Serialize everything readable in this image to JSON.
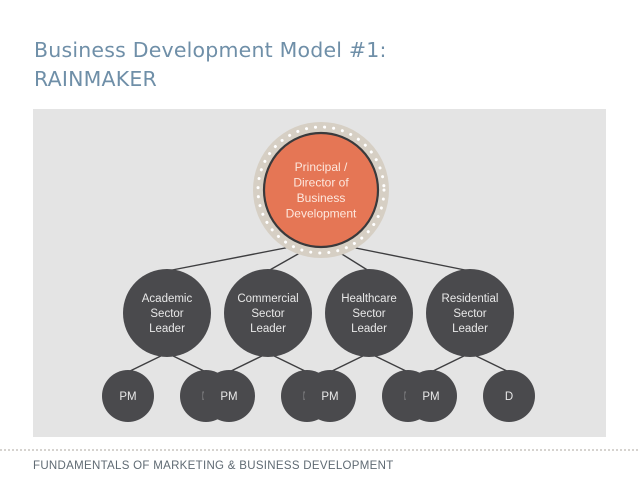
{
  "slide": {
    "title_line1": "Business Development Model #1:",
    "title_line2": "RAINMAKER",
    "footer": "FUNDAMENTALS OF MARKETING & BUSINESS DEVELOPMENT"
  },
  "colors": {
    "title": "#6f8fa8",
    "panel": "#e4e4e4",
    "principal_fill": "#e57655",
    "node_fill": "#4a4a4d",
    "halo": "#d6cfc4",
    "line": "#3e3e40"
  },
  "org_chart": {
    "principal": {
      "lines": [
        "Principal /",
        "Director of",
        "Business",
        "Development"
      ]
    },
    "sectors": [
      {
        "lines": [
          "Academic",
          "Sector",
          "Leader"
        ],
        "children": [
          "PM",
          "D"
        ]
      },
      {
        "lines": [
          "Commercial",
          "Sector",
          "Leader"
        ],
        "children": [
          "PM",
          "D"
        ]
      },
      {
        "lines": [
          "Healthcare",
          "Sector",
          "Leader"
        ],
        "children": [
          "PM",
          "D"
        ]
      },
      {
        "lines": [
          "Residential",
          "Sector",
          "Leader"
        ],
        "children": [
          "PM",
          "D"
        ]
      }
    ]
  }
}
